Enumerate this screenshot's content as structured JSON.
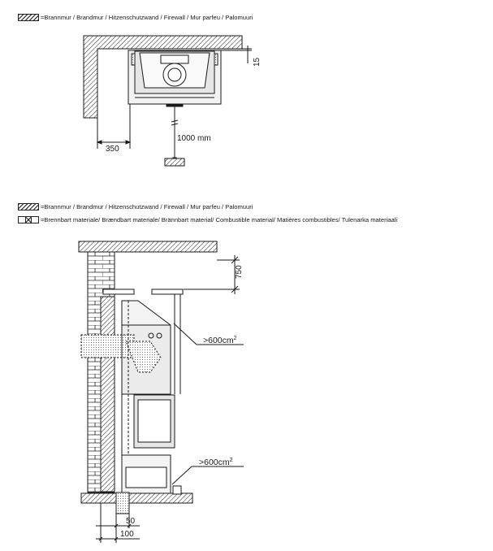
{
  "legends": {
    "firewall_top": "=Brannmur / Brandmur / Hitzenschutzwand / Firewall / Mur parfeu / Palomuuri",
    "firewall_bottom": "=Brannmur / Brandmur / Hitzenschutzwand / Firewall / Mur parfeu / Palomuuri",
    "combustible": "=Brennbart materiale/ Brændbart materiale/ Brännbart material/ Combustible material/ Matières combustibles/ Tulenarka materiaali"
  },
  "top_diagram": {
    "dim_wall_distance": "350",
    "dim_top_gap": "15",
    "dim_front_distance": "1000 mm"
  },
  "side_diagram": {
    "dim_ceiling_gap": "750",
    "vent_upper": ">600cm",
    "vent_upper_sup": "2",
    "vent_lower": ">600cm",
    "vent_lower_sup": "2",
    "dim_floor_plate": "50",
    "dim_wall_distance": "100"
  },
  "colors": {
    "line": "#1a1a1a",
    "hatch": "#222222",
    "stove_fill": "#e6e6e6"
  }
}
